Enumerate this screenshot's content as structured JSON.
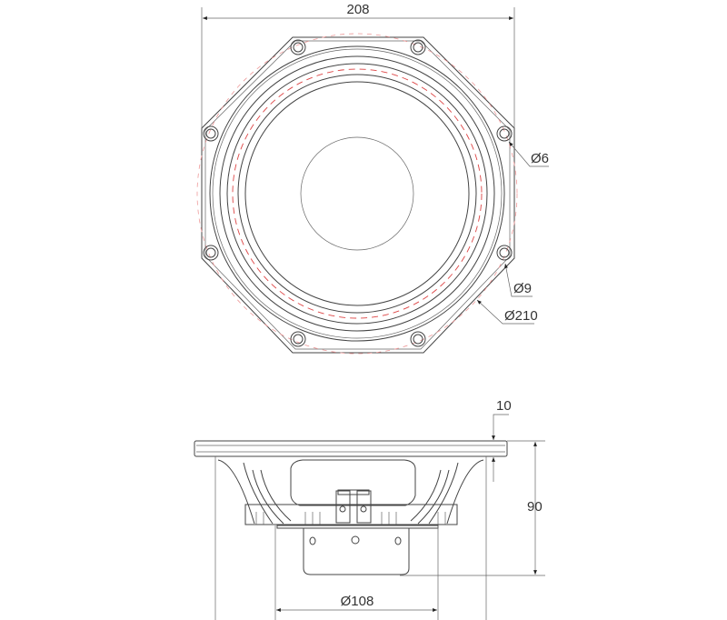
{
  "drawing": {
    "front_view": {
      "overall_width_label": "208",
      "hole_small_label": "Ø6",
      "hole_large_label": "Ø9",
      "bolt_circle_label": "Ø210"
    },
    "side_view": {
      "flange_thickness_label": "10",
      "depth_label": "90",
      "magnet_diameter_label": "Ø108"
    },
    "colors": {
      "line": "#444444",
      "hidden_line": "#dd4444"
    }
  }
}
